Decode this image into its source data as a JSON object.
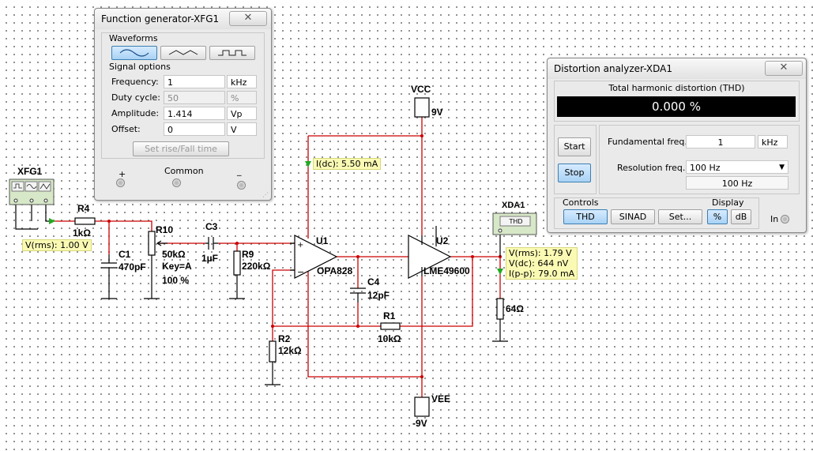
{
  "schematic": {
    "xfg1_label": "XFG1",
    "xda1_label": "XDA1",
    "xda1_icon_text": "THD",
    "vcc_label": "VCC",
    "vcc_value": "9V",
    "vee_label": "VEE",
    "vee_value": "-9V",
    "r4": {
      "name": "R4",
      "value": "1kΩ"
    },
    "c1": {
      "name": "C1",
      "value": "470pF"
    },
    "r10": {
      "name": "R10",
      "value": "50kΩ",
      "key": "Key=A",
      "percent": "100 %"
    },
    "c3": {
      "name": "C3",
      "value": "1µF"
    },
    "r9": {
      "name": "R9",
      "value": "220kΩ"
    },
    "u1": {
      "name": "U1",
      "part": "OPA828"
    },
    "u2": {
      "name": "U2",
      "part": "LME49600"
    },
    "c4": {
      "name": "C4",
      "value": "12pF"
    },
    "r1": {
      "name": "R1",
      "value": "10kΩ"
    },
    "r2": {
      "name": "R2",
      "value": "12kΩ"
    },
    "rl": {
      "value": "64Ω"
    },
    "probe_in": "V(rms): 1.00 V",
    "probe_supply": "I(dc): 5.50 mA",
    "probe_out_lines": [
      "V(rms): 1.79 V",
      "V(dc): 644 nV",
      "I(p-p): 79.0 mA"
    ]
  },
  "function_generator": {
    "title": "Function generator-XFG1",
    "close_glyph": "✕",
    "waveforms_label": "Waveforms",
    "selected_waveform": "sine",
    "signal_options_label": "Signal options",
    "rows": [
      {
        "label": "Frequency:",
        "value": "1",
        "unit": "kHz",
        "disabled": false
      },
      {
        "label": "Duty cycle:",
        "value": "50",
        "unit": "%",
        "disabled": true
      },
      {
        "label": "Amplitude:",
        "value": "1.414",
        "unit": "Vp",
        "disabled": false
      },
      {
        "label": "Offset:",
        "value": "0",
        "unit": "V",
        "disabled": false
      }
    ],
    "rise_fall_button": "Set rise/Fall time",
    "terminals": {
      "plus": "+",
      "common": "Common",
      "minus": "_"
    }
  },
  "distortion_analyzer": {
    "title": "Distortion analyzer-XDA1",
    "close_glyph": "✕",
    "thd_label": "Total harmonic distortion (THD)",
    "thd_value": "0.000 %",
    "start_button": "Start",
    "stop_button": "Stop",
    "fundamental_label": "Fundamental freq.",
    "fundamental_value": "1",
    "fundamental_unit": "kHz",
    "resolution_label": "Resolution freq.",
    "resolution_selected": "100 Hz",
    "resolution_readout": "100 Hz",
    "controls_label": "Controls",
    "controls_buttons": [
      "THD",
      "SINAD",
      "Set..."
    ],
    "display_label": "Display",
    "display_buttons": [
      "%",
      "dB"
    ],
    "in_label": "In"
  },
  "colors": {
    "wire": "#cc0000",
    "probe_bg": "#fafab4",
    "thd_display_bg": "#000000",
    "active_button": "#a9d2f5"
  }
}
